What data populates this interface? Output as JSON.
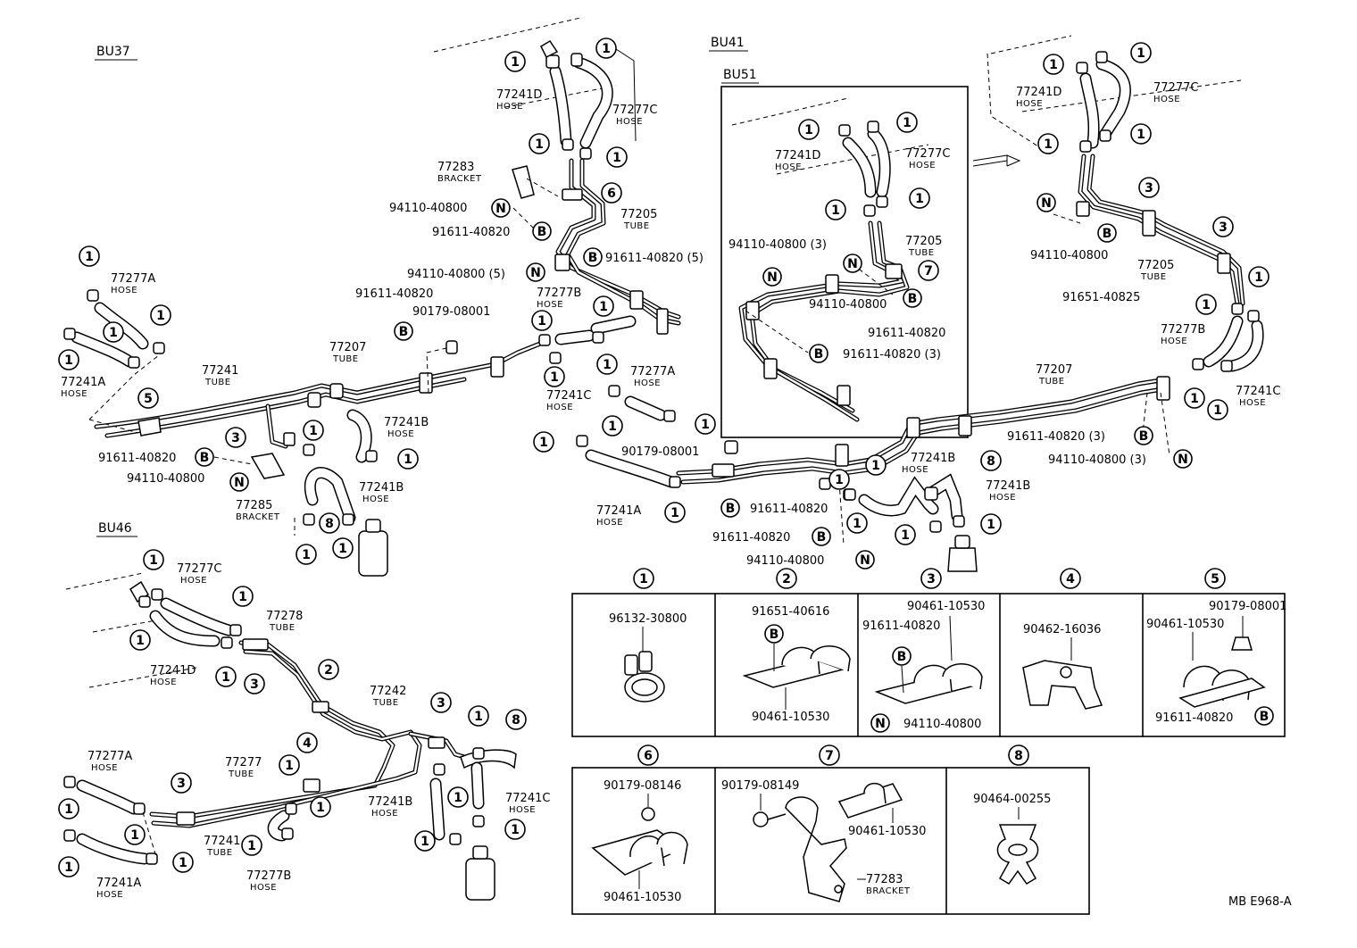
{
  "sections": {
    "bu37": "BU37",
    "bu41": "BU41",
    "bu51": "BU51",
    "bu46": "BU46"
  },
  "callouts": {
    "c1": "1",
    "c2": "2",
    "c3": "3",
    "c4": "4",
    "c5": "5",
    "c6": "6",
    "c7": "7",
    "c8": "8",
    "n": "N",
    "b": "B"
  },
  "parts": {
    "p77277A": "77277A",
    "p77277B": "77277B",
    "p77277C": "77277C",
    "p77241": "77241",
    "p77241A": "77241A",
    "p77241B": "77241B",
    "p77241C": "77241C",
    "p77241D": "77241D",
    "p77207": "77207",
    "p77205": "77205",
    "p77283": "77283",
    "p77285": "77285",
    "p77278": "77278",
    "p77242": "77242",
    "p77277": "77277",
    "p94110": "94110-40800",
    "p94110_3": "94110-40800 (3)",
    "p94110_5": "94110-40800 (5)",
    "p91611": "91611-40820",
    "p91611_3": "91611-40820 (3)",
    "p91611_5": "91611-40820 (5)",
    "p91651_825": "91651-40825",
    "p90179_001": "90179-08001",
    "p96132": "96132-30800",
    "p91651_616": "91651-40616",
    "p90461": "90461-10530",
    "p90462": "90462-16036",
    "p90179_146": "90179-08146",
    "p90179_149": "90179-08149",
    "p90464": "90464-00255"
  },
  "types": {
    "hose": "HOSE",
    "tube": "TUBE",
    "bracket": "BRACKET"
  },
  "legend": {
    "ref": "MB E968-A"
  }
}
